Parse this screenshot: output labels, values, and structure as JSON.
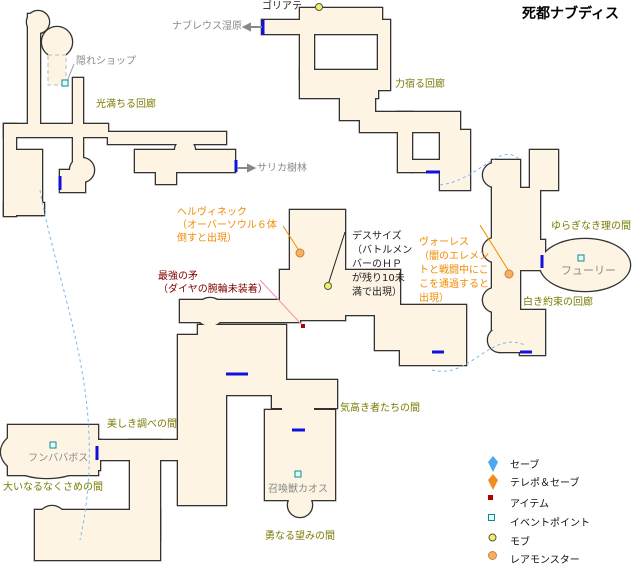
{
  "title": "死都ナブディス",
  "areas": {
    "hikari": "光満ちる回廊",
    "chikara": "力宿る回廊",
    "yuragi": "ゆらぎなき理の間",
    "shiroki": "白き約束の回廊",
    "kedakaki": "気高き者たちの間",
    "utsukushiki": "美しき調べの間",
    "ookunaru": "大いなるなくさめの間",
    "yuu": "勇なる望みの間"
  },
  "exits": {
    "nabreus": "ナブレウス湿原",
    "sarika": "サリカ樹林"
  },
  "places": {
    "shop": "隠れショップ",
    "fury": "フューリー",
    "funbaba": "フンババボス",
    "shokan": "召喚獣カオス"
  },
  "monsters": {
    "gorilla": "ゴリアテ",
    "helvinek": "ヘルヴィネック",
    "helvinek_note": [
      "（オーバーソウル６体",
      "倒すと出現）"
    ],
    "deathscythe": "デスサイズ",
    "deathscythe_note": [
      "（バトルメン",
      "バーのＨＰ",
      "が残り10未",
      "満で出現）"
    ],
    "vores": "ヴォーレス",
    "vores_note": [
      "（闇のエレメン",
      "トと戦闘中にこ",
      "こを通過すると",
      "出現）"
    ]
  },
  "items": {
    "saikyo": "最強の矛",
    "saikyo_note": "（ダイヤの腕輪未装着）"
  },
  "legend": [
    {
      "icon": "save-crystal",
      "label": "セーブ",
      "color": "#4aa8f0"
    },
    {
      "icon": "teleport-crystal",
      "label": "テレポ＆セーブ",
      "color": "#f08c20"
    },
    {
      "icon": "item",
      "label": "アイテム",
      "color": "#b00000"
    },
    {
      "icon": "event-point",
      "label": "イベントポイント",
      "color": "#138a8a"
    },
    {
      "icon": "mob",
      "label": "モブ",
      "color": "#f0f060"
    },
    {
      "icon": "rare-monster",
      "label": "レアモンスター",
      "color": "#f5b060"
    }
  ]
}
